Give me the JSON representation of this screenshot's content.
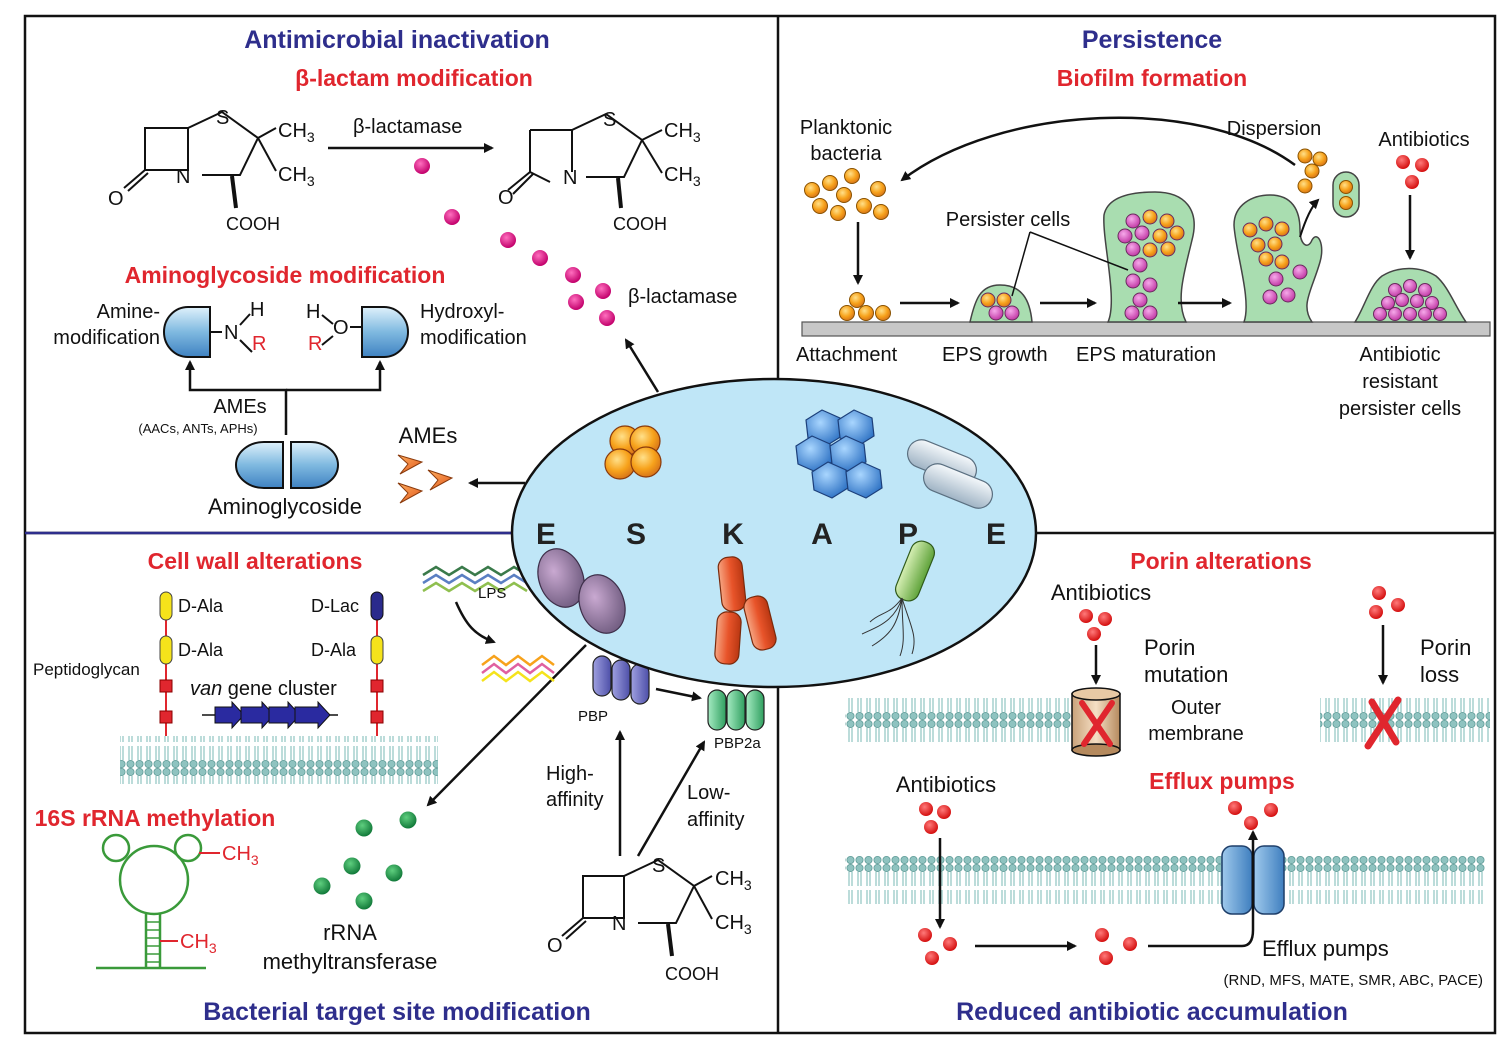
{
  "panels": {
    "top_left": {
      "title": "Antimicrobial inactivation",
      "beta_lactam": {
        "heading": "β-lactam modification",
        "enzyme_arrow_label": "β-lactamase",
        "enzyme_dots_label": "β-lactamase",
        "chem": {
          "s": "S",
          "n": "N",
          "o": "O",
          "ch3": "CH",
          "sub3": "3",
          "cooh": "COOH"
        }
      },
      "aminoglycoside": {
        "heading": "Aminoglycoside modification",
        "amine_line1": "Amine-",
        "amine_line2": "modification",
        "hydroxyl_line1": "Hydroxyl-",
        "hydroxyl_line2": "modification",
        "ames_label": "AMEs",
        "ames_sub": "(AACs, ANTs, APHs)",
        "substrate_label": "Aminoglycoside",
        "ames_right_label": "AMEs",
        "atoms": {
          "h": "H",
          "n": "N",
          "o": "O",
          "r": "R"
        }
      }
    },
    "top_right": {
      "title": "Persistence",
      "heading": "Biofilm formation",
      "planktonic_line1": "Planktonic",
      "planktonic_line2": "bacteria",
      "dispersion": "Dispersion",
      "antibiotics": "Antibiotics",
      "persister_cells": "Persister cells",
      "attachment": "Attachment",
      "eps_growth": "EPS growth",
      "eps_maturation": "EPS maturation",
      "resistant_line1": "Antibiotic",
      "resistant_line2": "resistant",
      "resistant_line3": "persister cells"
    },
    "bottom_left": {
      "title": "Bacterial target site modification",
      "cell_wall": {
        "heading": "Cell wall alterations",
        "d_ala_1": "D-Ala",
        "d_ala_2": "D-Ala",
        "d_lac": "D-Lac",
        "d_ala_3": "D-Ala",
        "peptidoglycan": "Peptidoglycan",
        "van_italic": "van",
        "van_rest": " gene cluster"
      },
      "rrna": {
        "heading": "16S rRNA methylation",
        "ch3": "CH",
        "sub3": "3",
        "enzyme_line1": "rRNA",
        "enzyme_line2": "methyltransferase"
      },
      "lps": "LPS",
      "pbp": "PBP",
      "pbp2a": "PBP2a",
      "high_line1": "High-",
      "high_line2": "affinity",
      "low_line1": "Low-",
      "low_line2": "affinity"
    },
    "bottom_right": {
      "title": "Reduced antibiotic accumulation",
      "porin": {
        "heading": "Porin alterations",
        "antibiotics": "Antibiotics",
        "mutation_line1": "Porin",
        "mutation_line2": "mutation",
        "loss_line1": "Porin",
        "loss_line2": "loss",
        "outer_line1": "Outer",
        "outer_line2": "membrane"
      },
      "efflux": {
        "heading": "Efflux pumps",
        "antibiotics": "Antibiotics",
        "pumps_label": "Efflux pumps",
        "families": "(RND, MFS, MATE, SMR, ABC, PACE)"
      }
    }
  },
  "eskape": [
    "E",
    "S",
    "K",
    "A",
    "P",
    "E"
  ],
  "colors": {
    "title_blue": "#2e2e8c",
    "heading_red": "#e0262e",
    "cell_fill": "#bfe6f7",
    "enzyme_magenta": "#e0127f",
    "ribosome_green": "#3a9a3a",
    "biofilm_green": "#a9ddb0",
    "membrane_teal": "#8fc3c0",
    "orange_cell": "#f7a21b",
    "persister_magenta": "#d94fc0",
    "antibiotic_red": "#e02020"
  },
  "icons": [
    "beta-lactam-molecule",
    "enzyme-dot",
    "arrow",
    "membrane",
    "porin-channel",
    "efflux-pump",
    "rrna-hairpin",
    "bacterium"
  ]
}
